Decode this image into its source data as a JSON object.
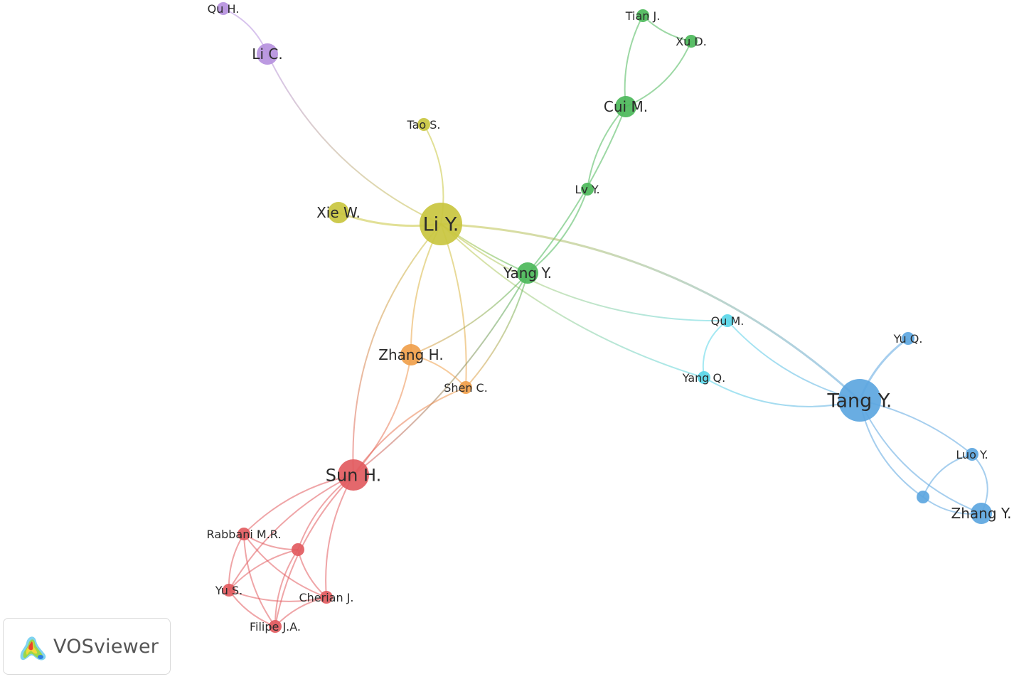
{
  "colors": {
    "clusters": {
      "yellow": "#c9c63f",
      "green": "#4cb85a",
      "red": "#e25b5f",
      "blue": "#5ca6e0",
      "cyan": "#5ad6e8",
      "orange": "#f0a04b",
      "purple": "#b691de"
    }
  },
  "nodes": [
    {
      "id": "li_y",
      "label": "Li Y.",
      "cluster": "yellow",
      "weight": 5
    },
    {
      "id": "tao_s",
      "label": "Tao S.",
      "cluster": "yellow",
      "weight": 1
    },
    {
      "id": "xie_w",
      "label": "Xie W.",
      "cluster": "yellow",
      "weight": 2
    },
    {
      "id": "li_c",
      "label": "Li C.",
      "cluster": "purple",
      "weight": 2
    },
    {
      "id": "qu_h",
      "label": "Qu H.",
      "cluster": "purple",
      "weight": 1
    },
    {
      "id": "tian_j",
      "label": "Tian J.",
      "cluster": "green",
      "weight": 1
    },
    {
      "id": "xu_d",
      "label": "Xu D.",
      "cluster": "green",
      "weight": 1
    },
    {
      "id": "cui_m",
      "label": "Cui M.",
      "cluster": "green",
      "weight": 2
    },
    {
      "id": "lv_y",
      "label": "Lv Y.",
      "cluster": "green",
      "weight": 1
    },
    {
      "id": "yang_y",
      "label": "Yang Y.",
      "cluster": "green",
      "weight": 2
    },
    {
      "id": "zhang_h",
      "label": "Zhang H.",
      "cluster": "orange",
      "weight": 2
    },
    {
      "id": "shen_c",
      "label": "Shen C.",
      "cluster": "orange",
      "weight": 1
    },
    {
      "id": "sun_h",
      "label": "Sun H.",
      "cluster": "red",
      "weight": 4
    },
    {
      "id": "rabbani",
      "label": "Rabbani M.R.",
      "cluster": "red",
      "weight": 1
    },
    {
      "id": "red_anon",
      "label": "",
      "cluster": "red",
      "weight": 1
    },
    {
      "id": "yu_s",
      "label": "Yu S.",
      "cluster": "red",
      "weight": 1
    },
    {
      "id": "cherian_j",
      "label": "Cherian J.",
      "cluster": "red",
      "weight": 1
    },
    {
      "id": "filipe_ja",
      "label": "Filipe J.A.",
      "cluster": "red",
      "weight": 1
    },
    {
      "id": "qu_m",
      "label": "Qu M.",
      "cluster": "cyan",
      "weight": 1
    },
    {
      "id": "yang_q",
      "label": "Yang Q.",
      "cluster": "cyan",
      "weight": 1
    },
    {
      "id": "tang_y",
      "label": "Tang Y.",
      "cluster": "blue",
      "weight": 5
    },
    {
      "id": "yu_q",
      "label": "Yu Q.",
      "cluster": "blue",
      "weight": 1
    },
    {
      "id": "luo_y",
      "label": "Luo Y.",
      "cluster": "blue",
      "weight": 1
    },
    {
      "id": "blue_anon",
      "label": "",
      "cluster": "blue",
      "weight": 1
    },
    {
      "id": "zhang_y",
      "label": "Zhang Y.",
      "cluster": "blue",
      "weight": 2
    }
  ],
  "links": [
    [
      "qu_h",
      "li_c"
    ],
    [
      "li_c",
      "li_y"
    ],
    [
      "tao_s",
      "li_y"
    ],
    [
      "xie_w",
      "li_y"
    ],
    [
      "tian_j",
      "xu_d"
    ],
    [
      "tian_j",
      "cui_m"
    ],
    [
      "xu_d",
      "cui_m"
    ],
    [
      "cui_m",
      "lv_y"
    ],
    [
      "cui_m",
      "yang_y"
    ],
    [
      "lv_y",
      "yang_y"
    ],
    [
      "li_y",
      "yang_y"
    ],
    [
      "li_y",
      "tang_y"
    ],
    [
      "li_y",
      "qu_m"
    ],
    [
      "li_y",
      "yang_q"
    ],
    [
      "li_y",
      "zhang_h"
    ],
    [
      "li_y",
      "shen_c"
    ],
    [
      "li_y",
      "sun_h"
    ],
    [
      "yang_y",
      "zhang_h"
    ],
    [
      "yang_y",
      "shen_c"
    ],
    [
      "yang_y",
      "sun_h"
    ],
    [
      "zhang_h",
      "shen_c"
    ],
    [
      "zhang_h",
      "sun_h"
    ],
    [
      "shen_c",
      "sun_h"
    ],
    [
      "qu_m",
      "yang_q"
    ],
    [
      "qu_m",
      "tang_y"
    ],
    [
      "yang_q",
      "tang_y"
    ],
    [
      "tang_y",
      "yu_q"
    ],
    [
      "tang_y",
      "luo_y"
    ],
    [
      "tang_y",
      "zhang_y"
    ],
    [
      "tang_y",
      "blue_anon"
    ],
    [
      "luo_y",
      "zhang_y"
    ],
    [
      "luo_y",
      "blue_anon"
    ],
    [
      "blue_anon",
      "zhang_y"
    ],
    [
      "sun_h",
      "rabbani"
    ],
    [
      "sun_h",
      "red_anon"
    ],
    [
      "sun_h",
      "yu_s"
    ],
    [
      "sun_h",
      "cherian_j"
    ],
    [
      "sun_h",
      "filipe_ja"
    ],
    [
      "rabbani",
      "red_anon"
    ],
    [
      "rabbani",
      "yu_s"
    ],
    [
      "rabbani",
      "filipe_ja"
    ],
    [
      "rabbani",
      "cherian_j"
    ],
    [
      "red_anon",
      "yu_s"
    ],
    [
      "red_anon",
      "cherian_j"
    ],
    [
      "red_anon",
      "filipe_ja"
    ],
    [
      "yu_s",
      "filipe_ja"
    ],
    [
      "yu_s",
      "cherian_j"
    ],
    [
      "cherian_j",
      "filipe_ja"
    ]
  ],
  "logo": {
    "text": "VOSviewer",
    "icon": "vosviewer-logo-icon"
  }
}
